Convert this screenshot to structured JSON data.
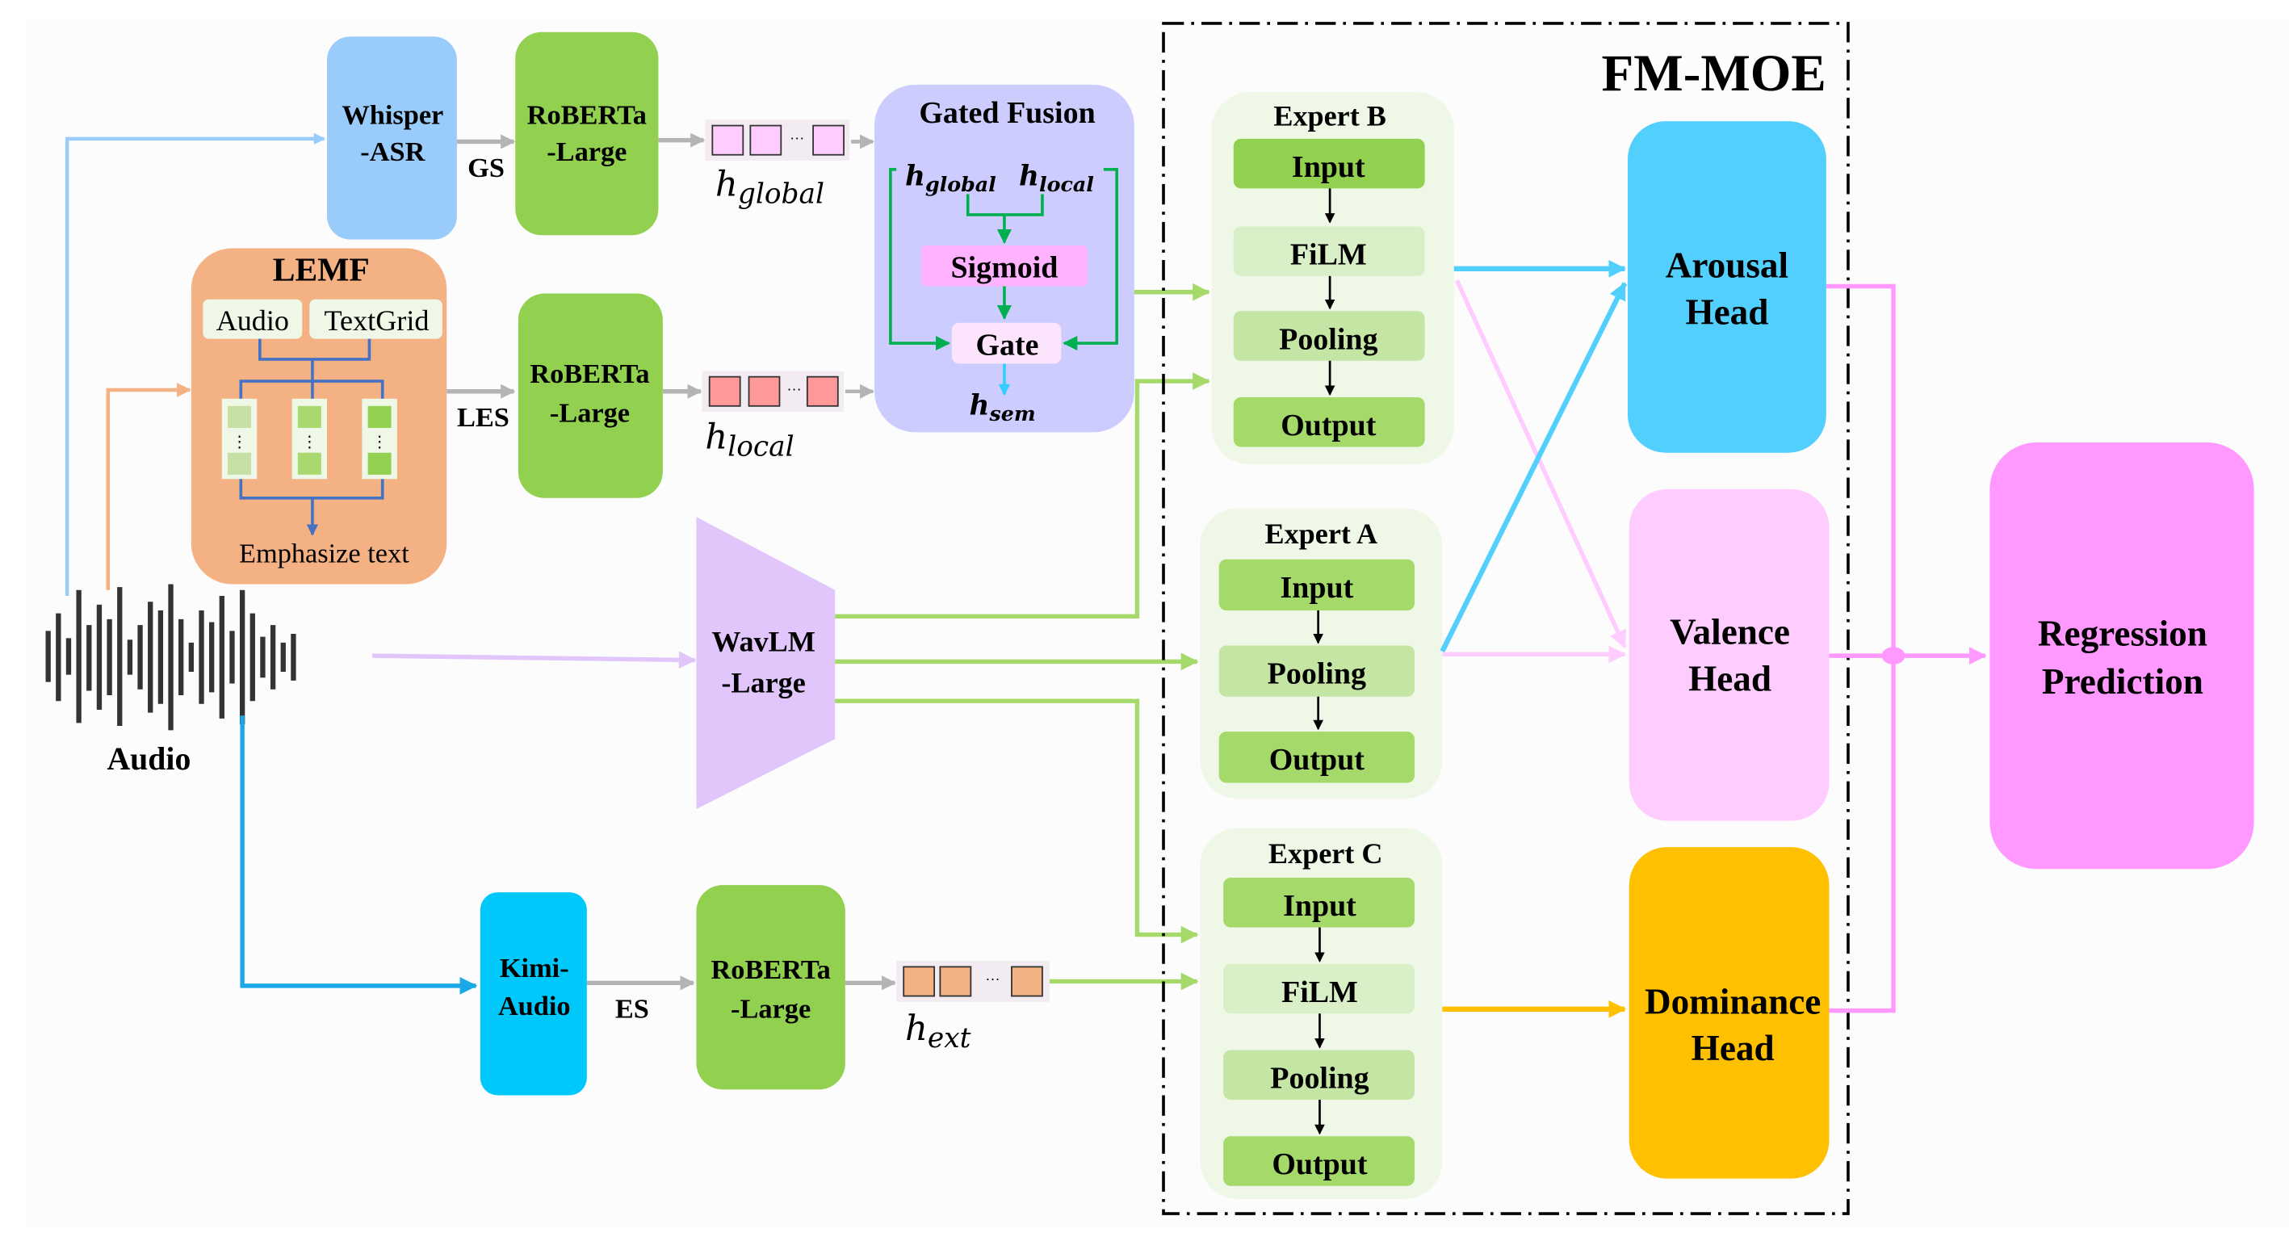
{
  "input": {
    "label": "Audio"
  },
  "whisper": {
    "line1": "Whisper",
    "line2": "-ASR"
  },
  "roberta_top": {
    "line1": "RoBERTa",
    "line2": "-Large"
  },
  "roberta_mid": {
    "line1": "RoBERTa",
    "line2": "-Large"
  },
  "roberta_bot": {
    "line1": "RoBERTa",
    "line2": "-Large"
  },
  "edge_labels": {
    "gs": "GS",
    "les": "LES",
    "es": "ES"
  },
  "lemf": {
    "title": "LEMF",
    "audio_tag": "Audio",
    "textgrid_tag": "TextGrid",
    "output_label": "Emphasize text",
    "dots": "⋮"
  },
  "vectors": {
    "ellipsis": "···",
    "global": {
      "base": "h",
      "sub": "global"
    },
    "local": {
      "base": "h",
      "sub": "local"
    },
    "ext": {
      "base": "h",
      "sub": "ext"
    }
  },
  "gated_fusion": {
    "title": "Gated Fusion",
    "in_global": {
      "base": "h",
      "sub": "global"
    },
    "in_local": {
      "base": "h",
      "sub": "local"
    },
    "sigmoid": "Sigmoid",
    "gate": "Gate",
    "out": {
      "base": "h",
      "sub": "sem"
    }
  },
  "wavlm": {
    "line1": "WavLM",
    "line2": "-Large"
  },
  "kimi": {
    "line1": "Kimi-",
    "line2": "Audio"
  },
  "fm_moe": {
    "title": "FM-MOE",
    "experts": [
      {
        "name": "Expert B",
        "steps": [
          "Input",
          "FiLM",
          "Pooling",
          "Output"
        ]
      },
      {
        "name": "Expert A",
        "steps": [
          "Input",
          "Pooling",
          "Output"
        ]
      },
      {
        "name": "Expert C",
        "steps": [
          "Input",
          "FiLM",
          "Pooling",
          "Output"
        ]
      }
    ],
    "heads": [
      {
        "line1": "Arousal",
        "line2": "Head"
      },
      {
        "line1": "Valence",
        "line2": "Head"
      },
      {
        "line1": "Dominance",
        "line2": "Head"
      }
    ]
  },
  "output": {
    "line1": "Regression",
    "line2": "Prediction"
  },
  "colors": {
    "whisper": "#99ccfa",
    "roberta": "#92d050",
    "lemf": "#f4b183",
    "gated_fusion": "#ccccff",
    "sigmoid": "#ffb3ff",
    "gate": "#fde4fd",
    "wavlm": "#e0c6fb",
    "kimi": "#00c8fa",
    "expert_bg": "#eff7e6",
    "arousal": "#53cffd",
    "valence": "#ffccff",
    "dominance": "#ffc000",
    "regression": "#ff99ff"
  }
}
